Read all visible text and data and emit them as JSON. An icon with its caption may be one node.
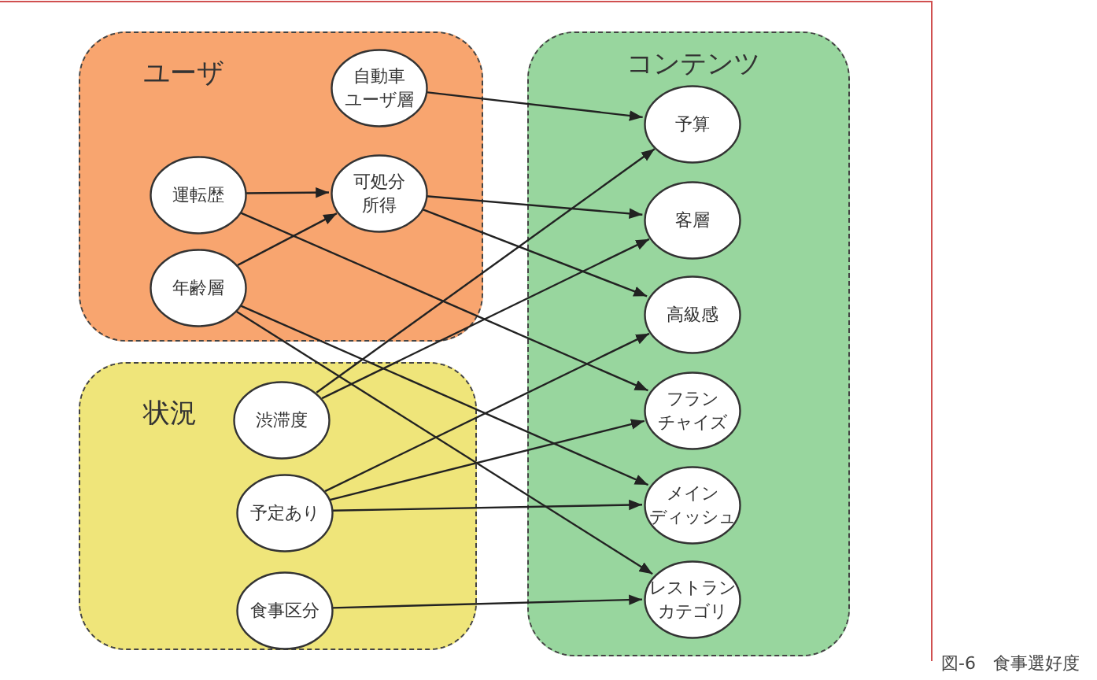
{
  "diagram": {
    "caption": "図-6　食事選好度",
    "nodes": [
      {
        "text": [
          "ユーザ"
        ]
      },
      {
        "text": [
          "自動車ユーザ層"
        ],
        "in": 0
      },
      {
        "text": [
          "運転歴"
        ],
        "in": 0
      },
      {
        "text": [
          "可処分所得"
        ],
        "in": 0
      },
      {
        "text": [
          "年齢層"
        ],
        "in": 0
      },
      {
        "text": [
          "状況"
        ]
      },
      {
        "text": [
          "渋滞度"
        ],
        "in": 5
      },
      {
        "text": [
          "予定あり"
        ],
        "in": 5
      },
      {
        "text": [
          "食事区分"
        ],
        "in": 5
      },
      {
        "text": [
          "コンテンツ"
        ]
      },
      {
        "text": [
          "予算"
        ],
        "in": 9
      },
      {
        "text": [
          "客層"
        ],
        "in": 9
      },
      {
        "text": [
          "高級感"
        ],
        "in": 9
      },
      {
        "text": [
          "フランチャイズ"
        ],
        "in": 9
      },
      {
        "text": [
          "メインディッシュ"
        ],
        "in": 9
      },
      {
        "text": [
          "レストランカテゴリ"
        ],
        "in": 9
      }
    ],
    "edges": [
      {
        "from": 1,
        "to": 10,
        "arrow": "to"
      },
      {
        "from": 2,
        "to": 3,
        "arrow": "to"
      },
      {
        "from": 4,
        "to": 3,
        "arrow": "to"
      },
      {
        "from": 2,
        "to": 13,
        "arrow": "to"
      },
      {
        "from": 3,
        "to": 11,
        "arrow": "to"
      },
      {
        "from": 3,
        "to": 12,
        "arrow": "to"
      },
      {
        "from": 4,
        "to": 14,
        "arrow": "to"
      },
      {
        "from": 4,
        "to": 15,
        "arrow": "to"
      },
      {
        "from": 6,
        "to": 10,
        "arrow": "to"
      },
      {
        "from": 6,
        "to": 11,
        "arrow": "to"
      },
      {
        "from": 7,
        "to": 12,
        "arrow": "to"
      },
      {
        "from": 7,
        "to": 13,
        "arrow": "to"
      },
      {
        "from": 7,
        "to": 14,
        "arrow": "to"
      },
      {
        "from": 8,
        "to": 15,
        "arrow": "to"
      }
    ]
  }
}
